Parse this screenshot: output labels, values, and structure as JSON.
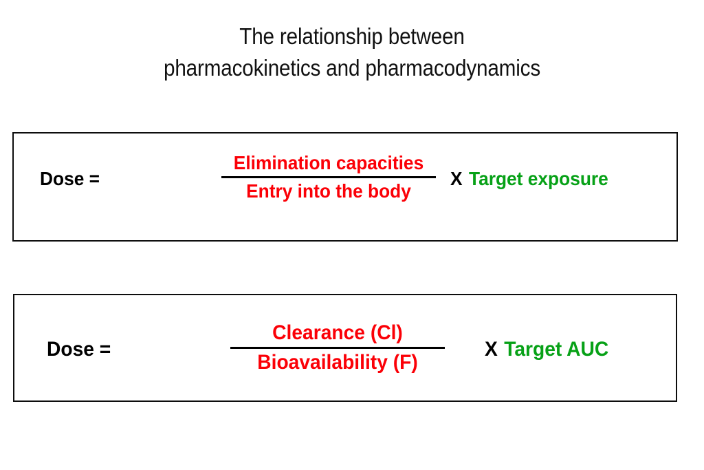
{
  "slide": {
    "background_color": "#ffffff",
    "title": {
      "lines": [
        "The relationship between",
        "pharmacokinetics and pharmacodynamics"
      ]
    },
    "colors": {
      "text_black": "#000000",
      "formula_red": "#fb0007",
      "target_green": "#07a117",
      "box_border": "#0d0d0d"
    },
    "equations": [
      {
        "id": "conceptual",
        "lhs": "Dose =",
        "numerator": "Elimination capacities",
        "denominator": "Entry into the body",
        "multiplication_sign": "X",
        "target_term": "Target exposure"
      },
      {
        "id": "parameterized",
        "lhs": "Dose =",
        "numerator": "Clearance (Cl)",
        "denominator": "Bioavailability (F)",
        "multiplication_sign": "X",
        "target_term": "Target AUC"
      }
    ]
  }
}
